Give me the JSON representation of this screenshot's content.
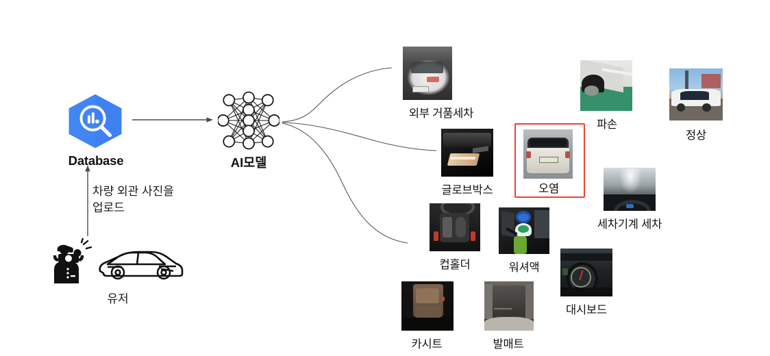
{
  "diagram": {
    "title_context": "AI vehicle photo classification pipeline",
    "source_node": {
      "label": "Database",
      "icon": "database-search-hexagon-icon",
      "color": "#4285f4"
    },
    "model_node": {
      "label": "AI모델",
      "icon": "neural-network-icon"
    },
    "actor_node": {
      "label": "유저",
      "icons": [
        "photographer-icon",
        "car-icon"
      ]
    },
    "upload_flow": {
      "caption": "차량 외관 사진을\n업로드",
      "arrow": "upward-arrow"
    },
    "model_arrow": "rightward-arrow",
    "highlight_color": "#ea4235",
    "outputs": [
      {
        "label": "외부 거품세차",
        "id": "exterior-foam-wash",
        "highlighted": false
      },
      {
        "label": "글로브박스",
        "id": "glove-box",
        "highlighted": false
      },
      {
        "label": "오염",
        "id": "contamination",
        "highlighted": true
      },
      {
        "label": "파손",
        "id": "damage",
        "highlighted": false
      },
      {
        "label": "정상",
        "id": "normal",
        "highlighted": false
      },
      {
        "label": "세차기계 세차",
        "id": "machine-car-wash",
        "highlighted": false
      },
      {
        "label": "컵홀더",
        "id": "cup-holder",
        "highlighted": false
      },
      {
        "label": "워셔액",
        "id": "washer-fluid",
        "highlighted": false
      },
      {
        "label": "대시보드",
        "id": "dashboard",
        "highlighted": false
      },
      {
        "label": "카시트",
        "id": "car-seat",
        "highlighted": false
      },
      {
        "label": "발매트",
        "id": "floor-mat",
        "highlighted": false
      }
    ]
  }
}
